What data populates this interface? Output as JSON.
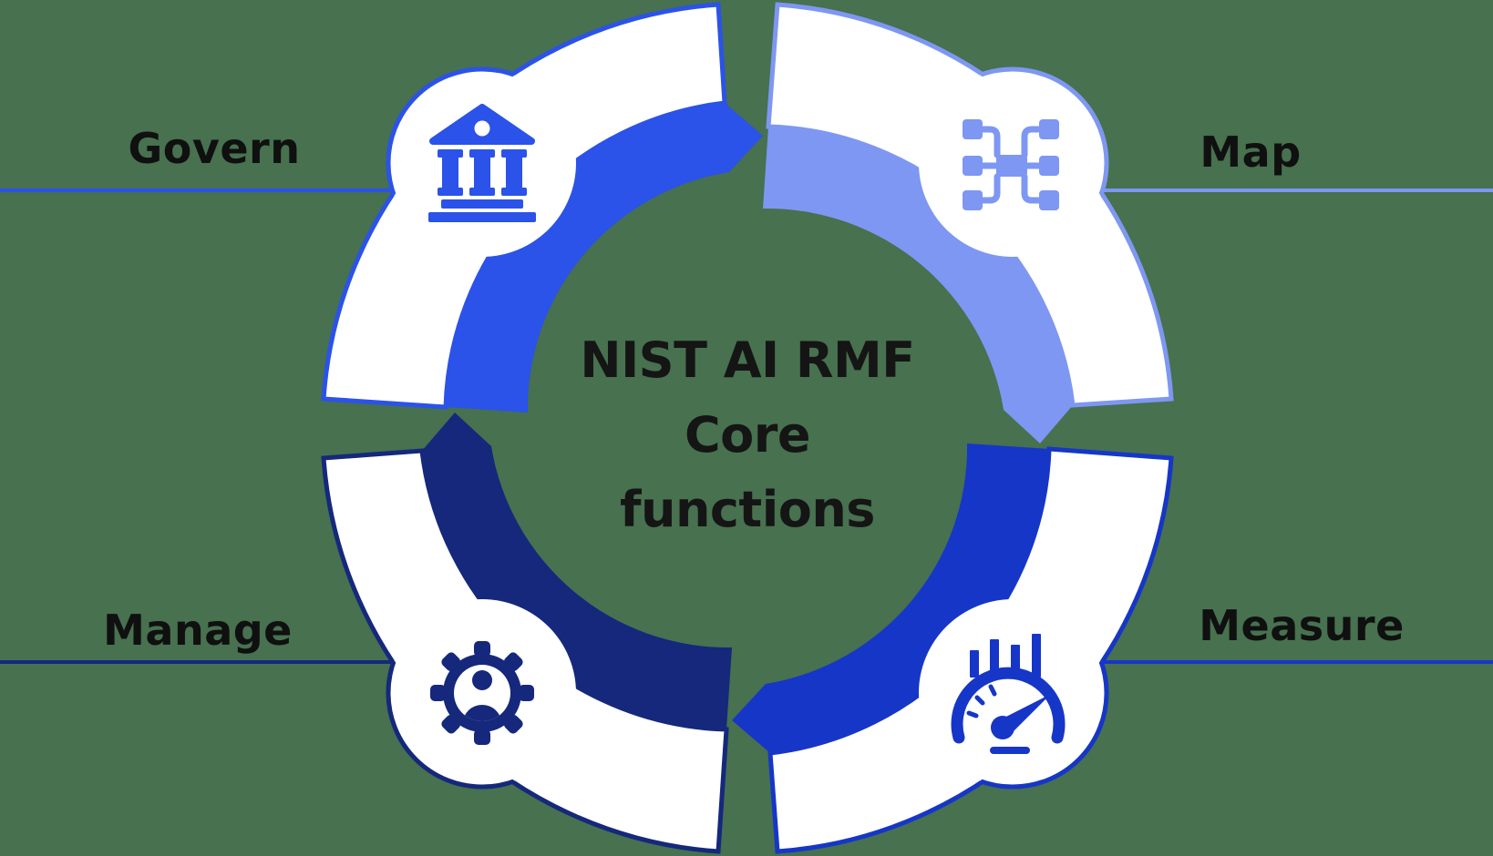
{
  "diagram_title": {
    "line1": "NIST AI RMF",
    "line2": "Core",
    "line3": "functions"
  },
  "background_color": "#47714F",
  "title_color": "#151515",
  "label_color": "#101010",
  "cycle_direction": "clockwise",
  "cycle_order": [
    "Govern",
    "Map",
    "Measure",
    "Manage"
  ],
  "functions": [
    {
      "label": "Govern",
      "color": "#2B52E9",
      "icon": "bank-building-icon",
      "position": "top-left"
    },
    {
      "label": "Map",
      "color": "#7E97F2",
      "icon": "network-nodes-icon",
      "position": "top-right"
    },
    {
      "label": "Measure",
      "color": "#1636C8",
      "icon": "gauge-chart-icon",
      "position": "bottom-right"
    },
    {
      "label": "Manage",
      "color": "#15287C",
      "icon": "gear-person-icon",
      "position": "bottom-left"
    }
  ]
}
